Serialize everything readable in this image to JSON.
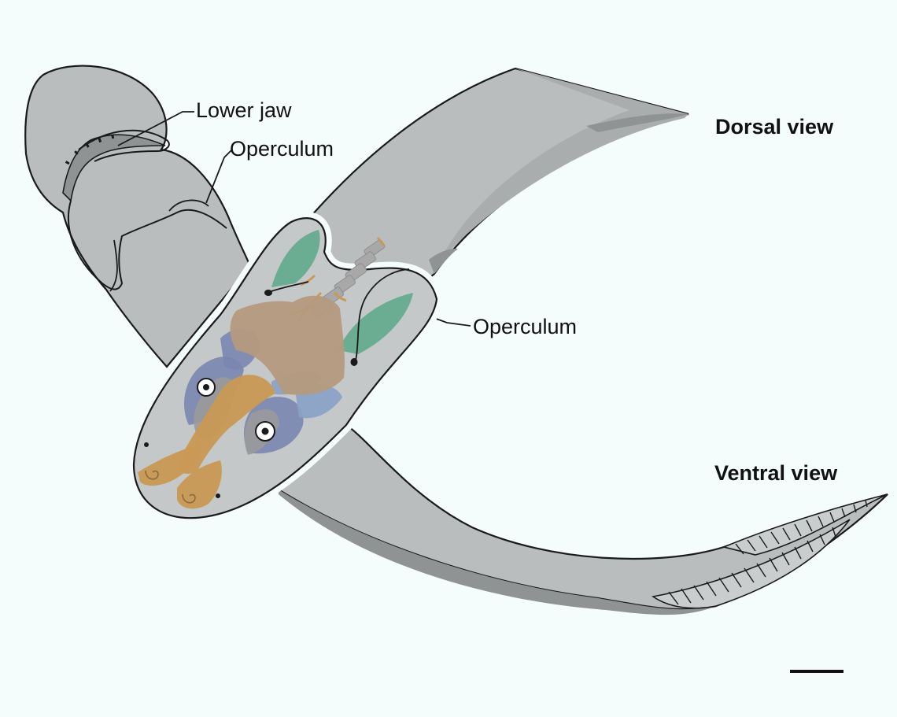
{
  "labels": {
    "lower_jaw": "Lower jaw",
    "operculum_top": "Operculum",
    "operculum_right": "Operculum",
    "dorsal_view": "Dorsal view",
    "ventral_view": "Ventral view"
  },
  "colors": {
    "background": "#f4fcfc",
    "body": "#b9bdbd",
    "body_shadow": "#8f9393",
    "head_overlay": "#c9cdcd",
    "bone_tan": "#b59a7e",
    "bone_orange": "#c99955",
    "cartilage_blue": "#7b86b0",
    "cartilage_light_blue": "#8aa1c6",
    "gill_green": "#5aa888",
    "bone_gray": "#9a9a9a",
    "outline": "#1a1a1a"
  }
}
